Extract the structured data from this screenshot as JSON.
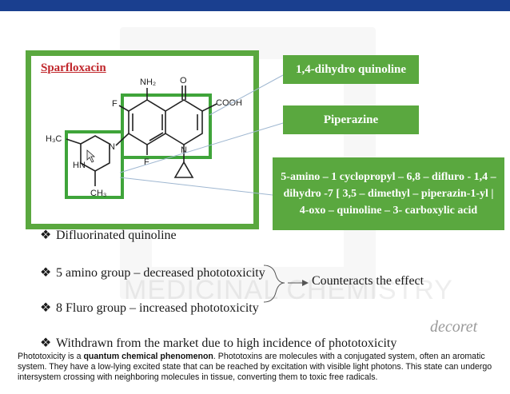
{
  "slide": {
    "molecule_title": "Sparfloxacin",
    "atoms": {
      "nh2": "NH₂",
      "o": "O",
      "cooh": "COOH",
      "f_top": "F",
      "f_bottom": "F",
      "n_ring": "N",
      "h3c": "H₃C",
      "n_pip": "N",
      "hn_pip": "HN",
      "ch3": "CH₃"
    },
    "labels": {
      "quinoline": "1,4-dihydro quinoline",
      "piperazine": "Piperazine",
      "iupac": "5-amino – 1 cyclopropyl – 6,8 – difluro - 1,4 –dihydro -7 [ 3,5 – dimethyl – piperazin-1-yl | 4-oxo – quinoline – 3- carboxylic acid"
    },
    "bullet_glyph": "❖",
    "bullets": [
      "Difluorinated quinoline",
      "5 amino group – decreased phototoxicity",
      "8 Fluro group – increased phototoxicity",
      "Withdrawn from the market due to high incidence of phototoxicity"
    ],
    "brace_note": "Counteracts the effect",
    "watermark": "MEDICINAL CHEMISTRY",
    "logo": "decoret"
  },
  "caption": {
    "part1": "Phototoxicity is a ",
    "bold": "quantum chemical phenomenon",
    "part2": ". Phototoxins are molecules with a conjugated system, often an aromatic system. They have a low-lying excited state that can be reached by excitation with visible light photons. This state can undergo intersystem crossing with neighboring molecules in tissue, converting them to toxic free radicals."
  },
  "colors": {
    "topbar": "#1a3f8f",
    "green": "#5aa83f",
    "title_red": "#c0262b"
  }
}
